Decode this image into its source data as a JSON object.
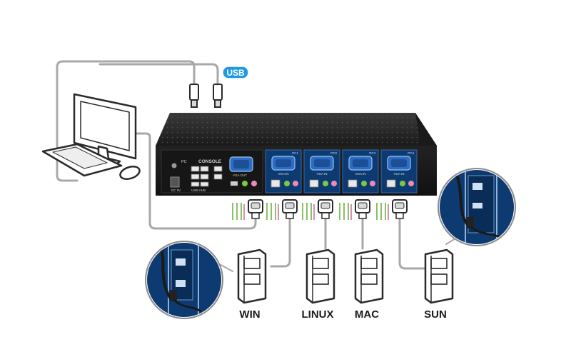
{
  "usb_badge": "USB",
  "panel": {
    "dc_label": "DC 9V",
    "pc_label": "PC",
    "console_label": "CONSOLE",
    "vga_out_label": "VGA OUT",
    "usb_hub_label": "USB HUB",
    "vga_in_label": "VGA IN"
  },
  "ports": [
    {
      "id": "PC1"
    },
    {
      "id": "PC2"
    },
    {
      "id": "PC3"
    },
    {
      "id": "PC4"
    }
  ],
  "computers": [
    {
      "label": "WIN"
    },
    {
      "label": "LINUX"
    },
    {
      "label": "MAC"
    },
    {
      "label": "SUN"
    }
  ],
  "colors": {
    "cable": "#a8a8a8",
    "device_body": "#1c1c1c",
    "port_panel": "#0d3a70",
    "usb_badge": "#1e9be0",
    "callout": "#0d3a70"
  }
}
